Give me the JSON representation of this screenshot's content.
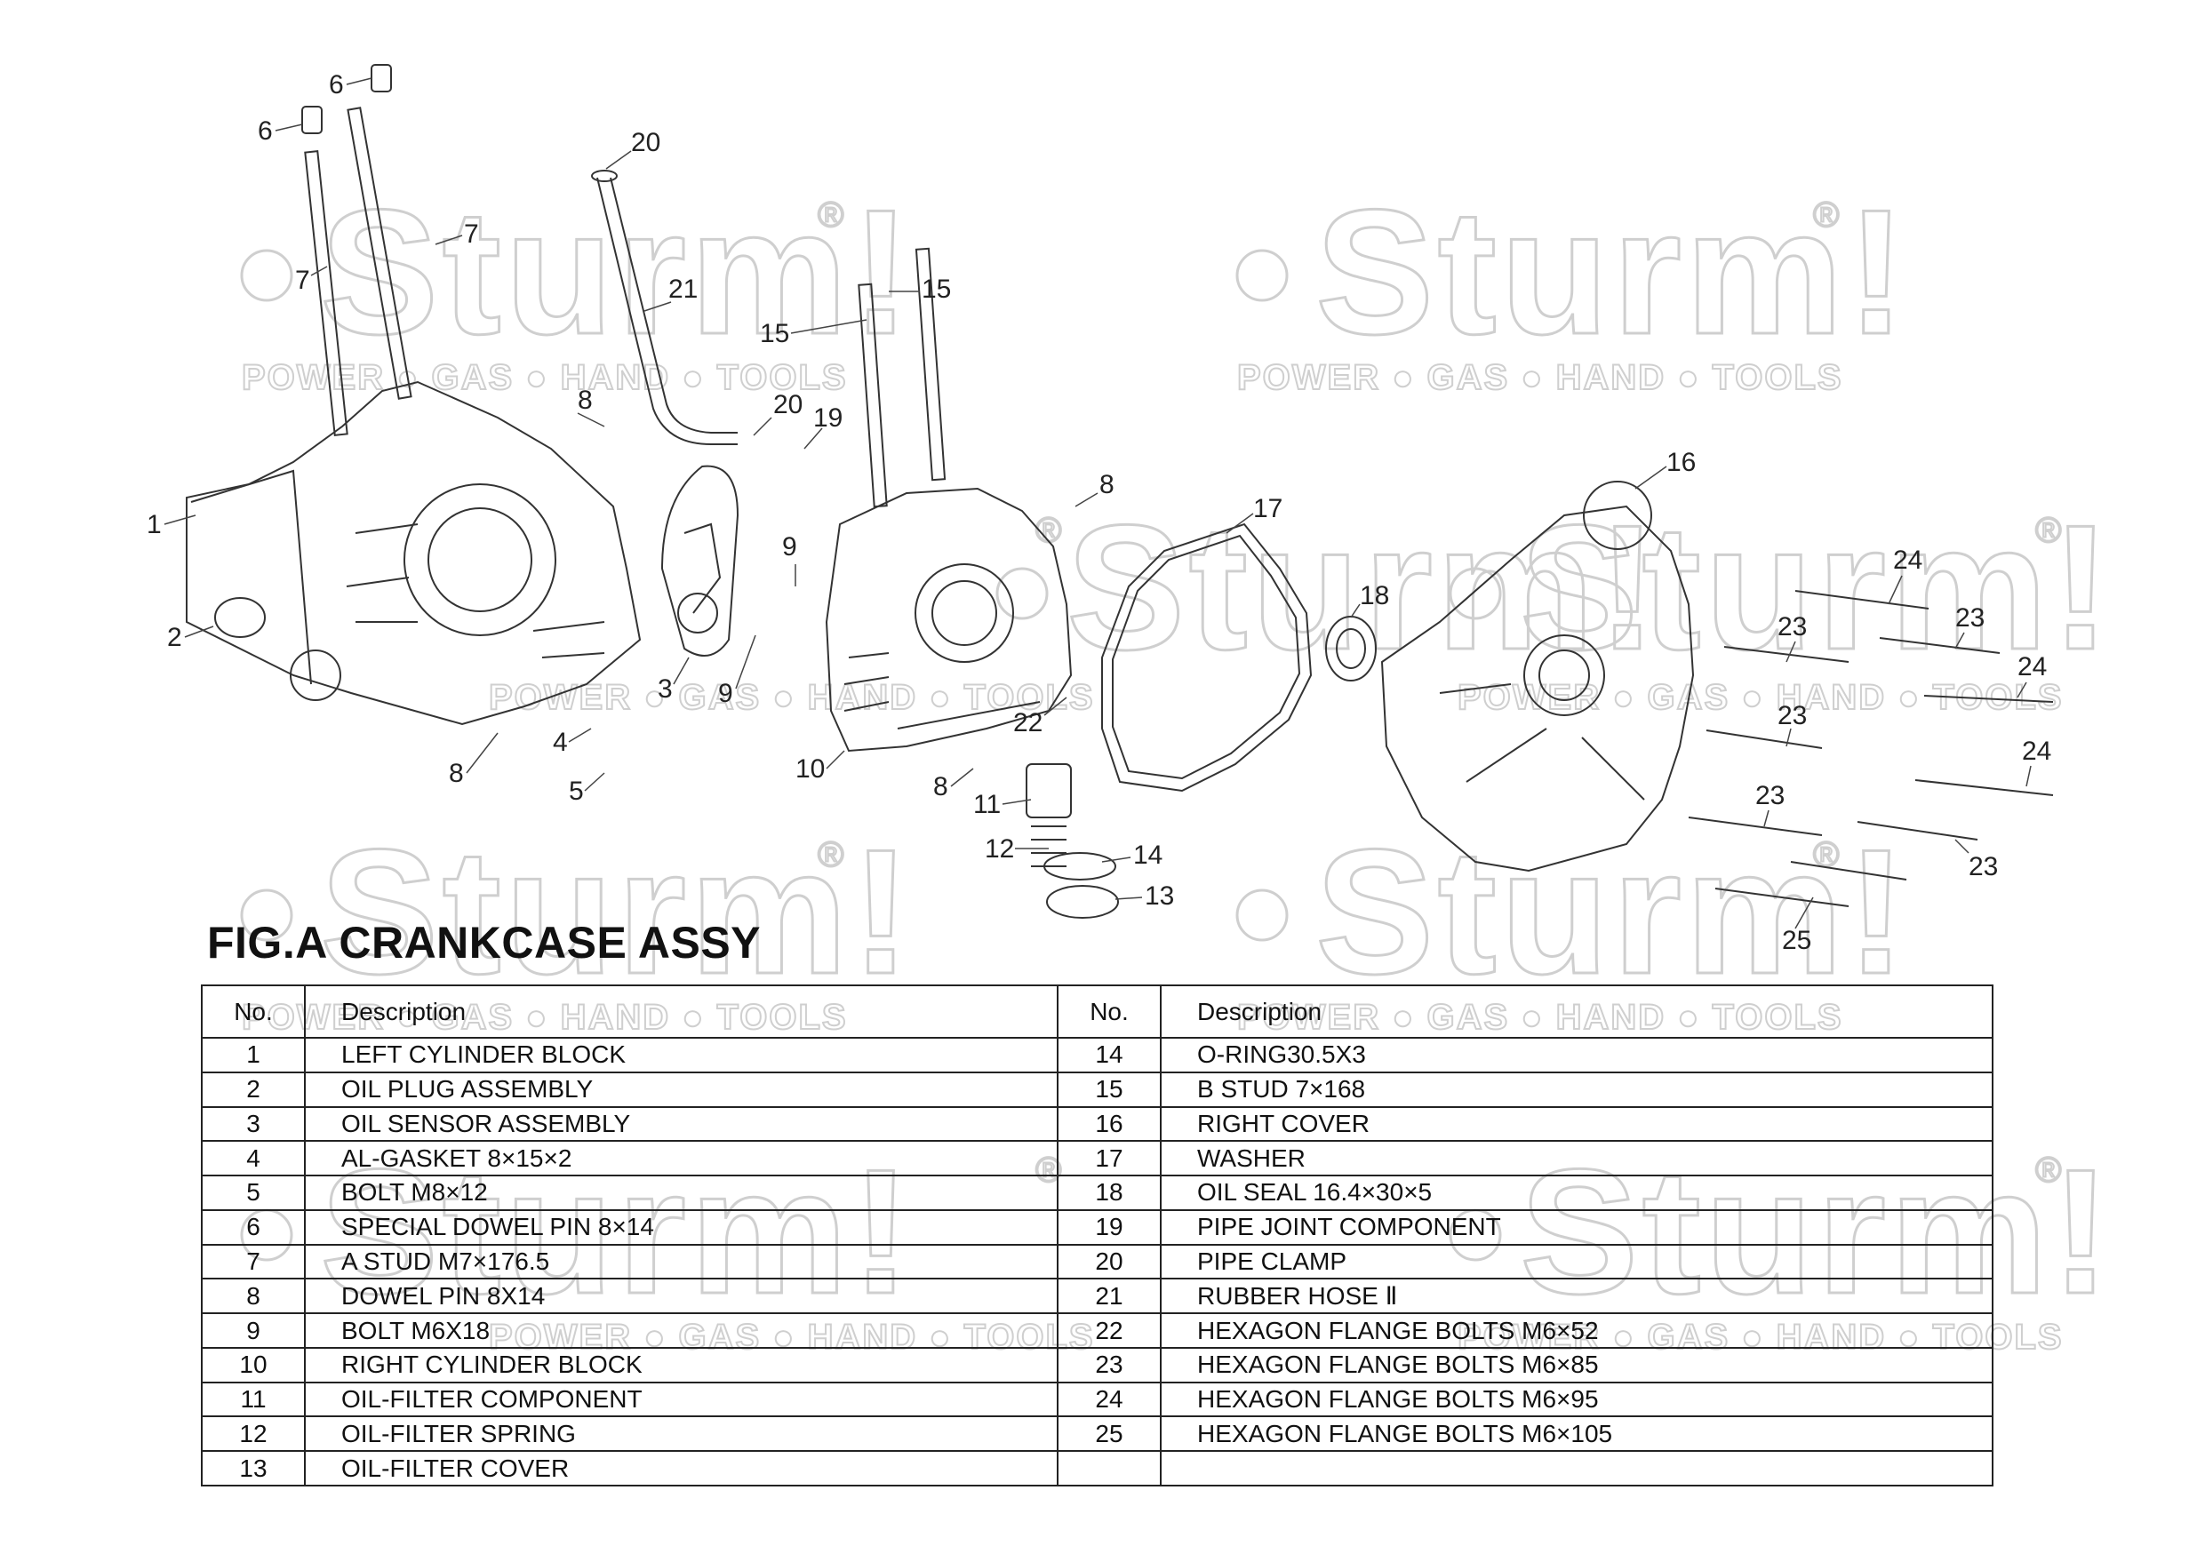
{
  "watermark": {
    "brand": "Sturm!",
    "registered": "®",
    "tagline": "POWER ● GAS ● HAND ● TOOLS"
  },
  "callouts": [
    "1",
    "2",
    "3",
    "4",
    "5",
    "6",
    "6",
    "7",
    "7",
    "8",
    "8",
    "8",
    "8",
    "9",
    "9",
    "10",
    "11",
    "12",
    "13",
    "14",
    "15",
    "15",
    "16",
    "17",
    "18",
    "19",
    "20",
    "20",
    "21",
    "22",
    "23",
    "23",
    "23",
    "23",
    "23",
    "24",
    "24",
    "24",
    "25"
  ],
  "figure": {
    "title": "FIG.A  CRANKCASE ASSY"
  },
  "table": {
    "headers": {
      "no": "No.",
      "description": "Description"
    },
    "left": [
      {
        "no": "1",
        "desc": "LEFT CYLINDER BLOCK"
      },
      {
        "no": "2",
        "desc": "OIL PLUG ASSEMBLY"
      },
      {
        "no": "3",
        "desc": "OIL SENSOR ASSEMBLY"
      },
      {
        "no": "4",
        "desc": "AL-GASKET 8×15×2"
      },
      {
        "no": "5",
        "desc": "BOLT M8×12"
      },
      {
        "no": "6",
        "desc": "SPECIAL DOWEL PIN 8×14"
      },
      {
        "no": "7",
        "desc": "A STUD M7×176.5"
      },
      {
        "no": "8",
        "desc": "DOWEL PIN 8X14"
      },
      {
        "no": "9",
        "desc": "BOLT M6X18"
      },
      {
        "no": "10",
        "desc": "RIGHT CYLINDER BLOCK"
      },
      {
        "no": "11",
        "desc": "OIL-FILTER COMPONENT"
      },
      {
        "no": "12",
        "desc": "OIL-FILTER  SPRING"
      },
      {
        "no": "13",
        "desc": "OIL-FILTER  COVER"
      }
    ],
    "right": [
      {
        "no": "14",
        "desc": "O-RING30.5X3"
      },
      {
        "no": "15",
        "desc": "B STUD 7×168"
      },
      {
        "no": "16",
        "desc": "RIGHT COVER"
      },
      {
        "no": "17",
        "desc": "WASHER"
      },
      {
        "no": "18",
        "desc": "OIL SEAL 16.4×30×5"
      },
      {
        "no": "19",
        "desc": "PIPE JOINT COMPONENT"
      },
      {
        "no": "20",
        "desc": "PIPE CLAMP"
      },
      {
        "no": "21",
        "desc": "RUBBER HOSE Ⅱ"
      },
      {
        "no": "22",
        "desc": "HEXAGON FLANGE BOLTS M6×52"
      },
      {
        "no": "23",
        "desc": "HEXAGON FLANGE BOLTS M6×85"
      },
      {
        "no": "24",
        "desc": "HEXAGON FLANGE BOLTS M6×95"
      },
      {
        "no": "25",
        "desc": "HEXAGON FLANGE BOLTS M6×105"
      },
      {
        "no": "",
        "desc": ""
      }
    ]
  }
}
